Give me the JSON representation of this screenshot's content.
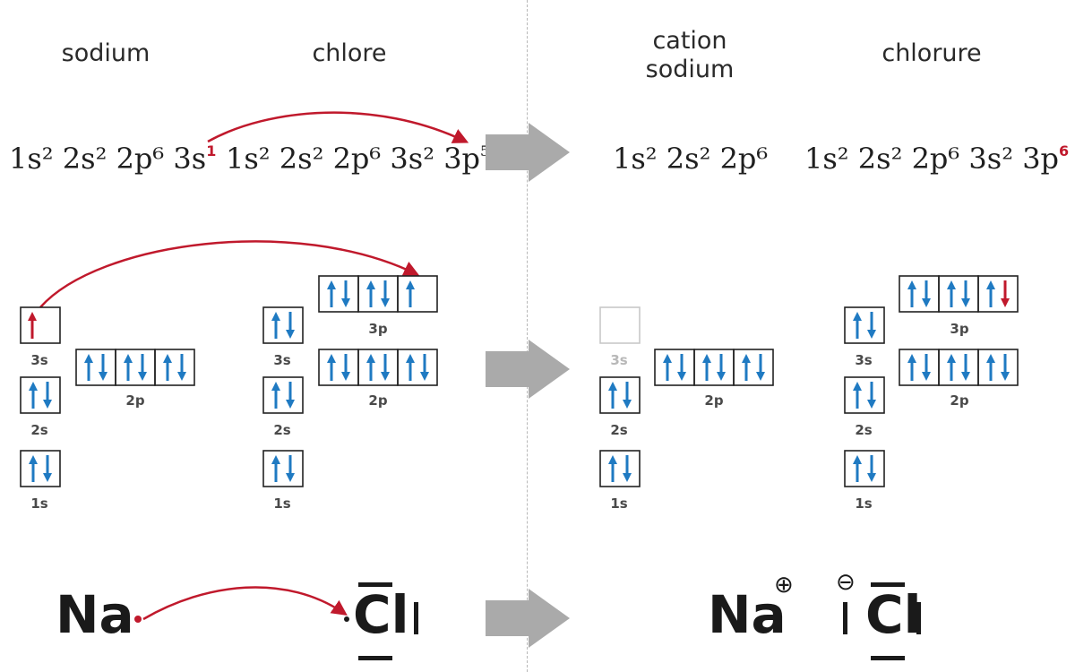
{
  "headings": {
    "sodium": "sodium",
    "chlore": "chlore",
    "cation_line1": "cation",
    "cation_line2": "sodium",
    "chlorure": "chlorure"
  },
  "configurations": {
    "sodium": {
      "main": "1s² 2s² 2p⁶ 3s",
      "last_exp": "1"
    },
    "chlore": {
      "main": "1s² 2s² 2p⁶ 3s² 3p",
      "last_exp": "5"
    },
    "cation": {
      "main": "1s² 2s² 2p⁶"
    },
    "chlorure": {
      "main": "1s² 2s² 2p⁶ 3s² 3p",
      "last_exp": "6"
    }
  },
  "orbital_labels": {
    "1s": "1s",
    "2s": "2s",
    "2p": "2p",
    "3s": "3s",
    "3p": "3p"
  },
  "lewis": {
    "na": "Na",
    "cl": "Cl",
    "plus": "⊕",
    "minus": "⊖"
  },
  "colors": {
    "electron_blue": "#1f7ac2",
    "transfer_red": "#c0192c",
    "arrow_gray": "#aaaaaa",
    "box_border": "#222222",
    "empty_box": "#c8c8c8"
  }
}
